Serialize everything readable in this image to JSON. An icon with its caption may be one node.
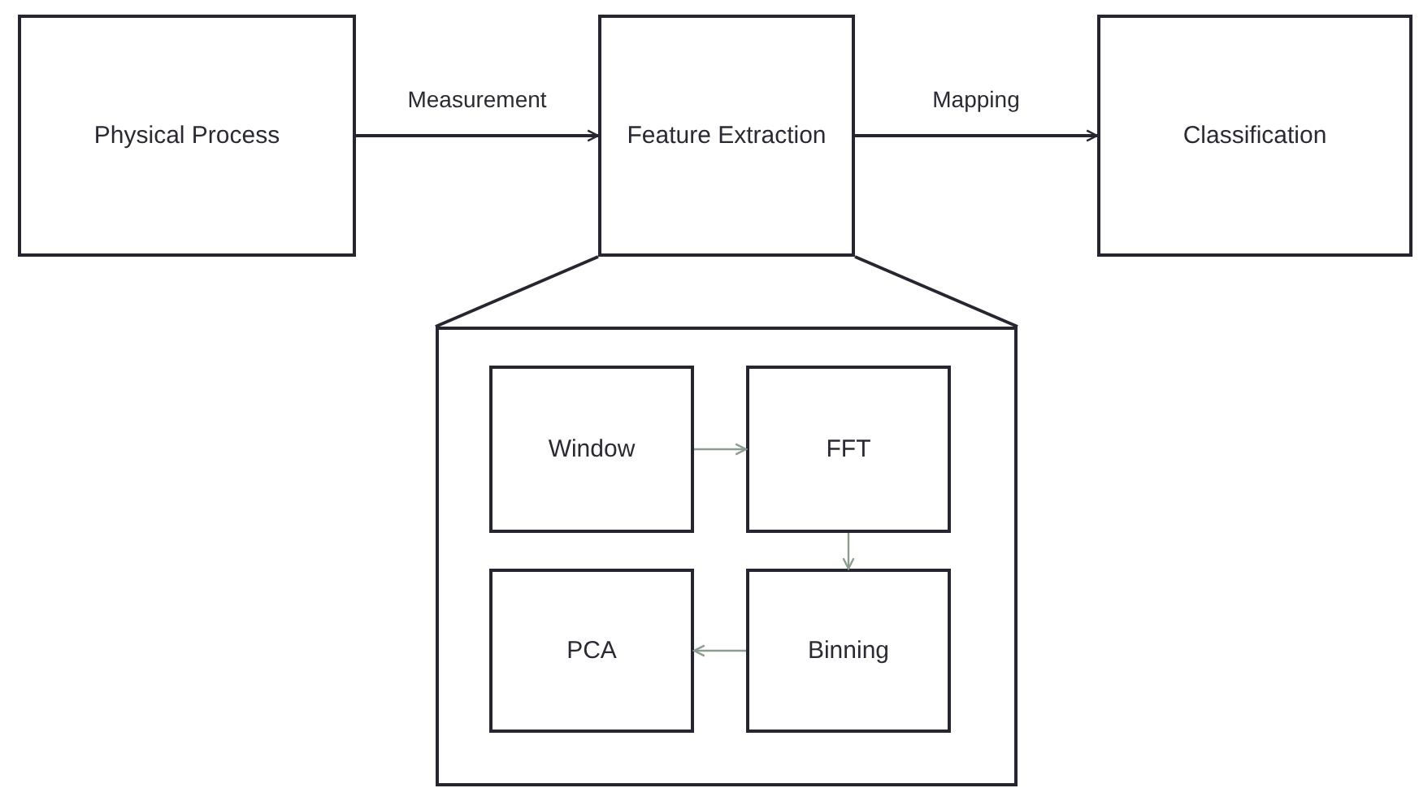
{
  "diagram": {
    "nodes": [
      {
        "text": [
          "Physical Process"
        ]
      },
      {
        "text": [
          "Feature Extraction"
        ]
      },
      {
        "text": [
          "Classification"
        ]
      },
      {
        "text": [],
        "shape": "box"
      },
      {
        "text": [
          "Window"
        ],
        "in": 3
      },
      {
        "text": [
          "FFT"
        ],
        "in": 3
      },
      {
        "text": [
          "PCA"
        ],
        "in": 3
      },
      {
        "text": [
          "Binning"
        ],
        "in": 3
      }
    ],
    "edges": [
      {
        "from": 0,
        "to": 1,
        "arrow": "to",
        "label": "Measurement"
      },
      {
        "from": 1,
        "to": 2,
        "arrow": "to",
        "label": "Mapping"
      },
      {
        "from": 1,
        "to": 3,
        "arrow": "none"
      },
      {
        "from": 1,
        "to": 3,
        "arrow": "none"
      },
      {
        "from": 4,
        "to": 5,
        "arrow": "to",
        "color": "#8c9c90"
      },
      {
        "from": 5,
        "to": 7,
        "arrow": "to",
        "color": "#8c9c90"
      },
      {
        "from": 7,
        "to": 6,
        "arrow": "to",
        "color": "#8c9c90"
      }
    ]
  }
}
